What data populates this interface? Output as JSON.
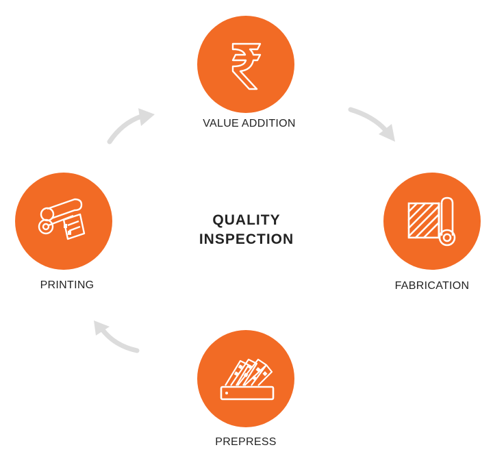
{
  "colors": {
    "accent": "#f26b25",
    "arrow": "#dcdcdc",
    "text": "#222222"
  },
  "center": {
    "line1": "QUALITY",
    "line2": "INSPECTION"
  },
  "nodes": {
    "value_addition": {
      "label": "VALUE ADDITION",
      "icon": "rupee-icon"
    },
    "fabrication": {
      "label": "FABRICATION",
      "icon": "fabric-roll-icon"
    },
    "prepress": {
      "label": "PREPRESS",
      "icon": "color-swatch-fan-icon"
    },
    "printing": {
      "label": "PRINTING",
      "icon": "printing-rollers-icon"
    }
  }
}
